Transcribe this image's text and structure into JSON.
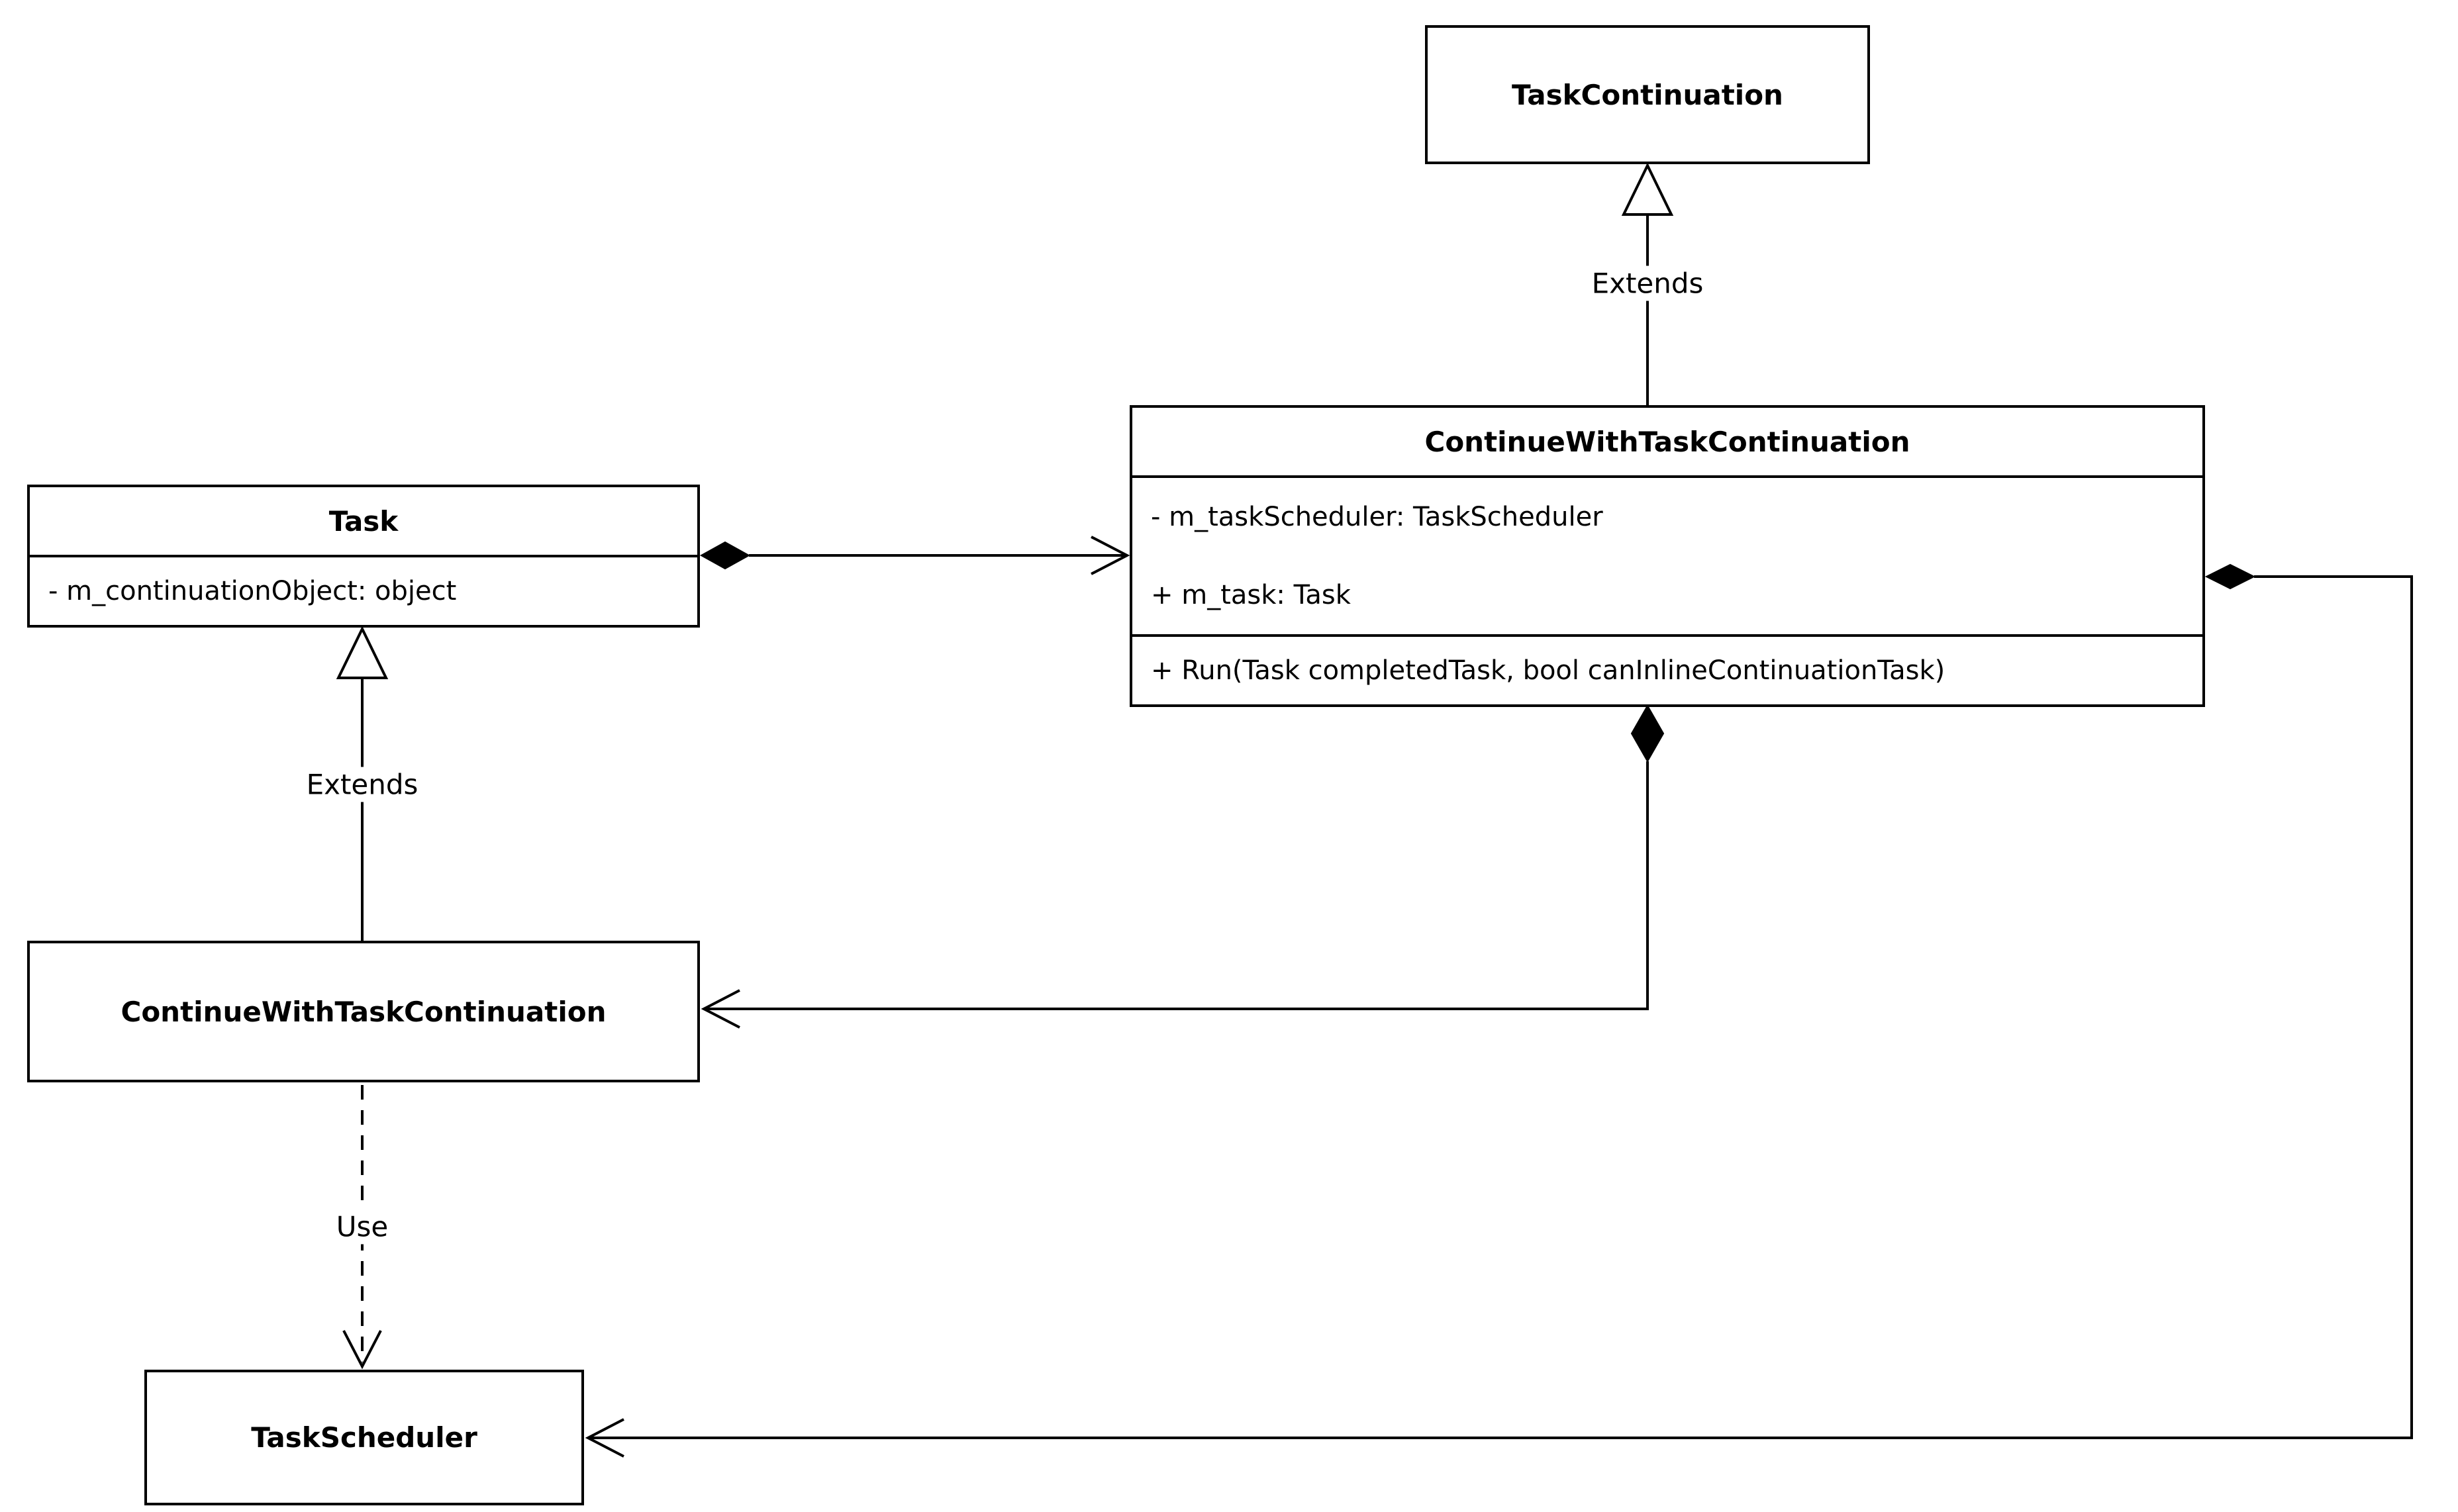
{
  "diagram_type": "uml-class-diagram",
  "classes": {
    "task_continuation": {
      "name": "TaskContinuation"
    },
    "continue_with_task_continuation": {
      "name": "ContinueWithTaskContinuation",
      "attributes": [
        "- m_taskScheduler: TaskScheduler",
        "+ m_task: Task"
      ],
      "methods": [
        "+ Run(Task completedTask, bool canInlineContinuationTask)"
      ]
    },
    "task": {
      "name": "Task",
      "attributes": [
        "- m_continuationObject: object"
      ]
    },
    "continue_with_task_continuation_sub": {
      "name": "ContinueWithTaskContinuation"
    },
    "task_scheduler": {
      "name": "TaskScheduler"
    }
  },
  "edge_labels": {
    "extends_top": "Extends",
    "extends_left": "Extends",
    "use": "Use"
  },
  "colors": {
    "stroke": "#000000",
    "background": "#ffffff",
    "text": "#000000"
  }
}
